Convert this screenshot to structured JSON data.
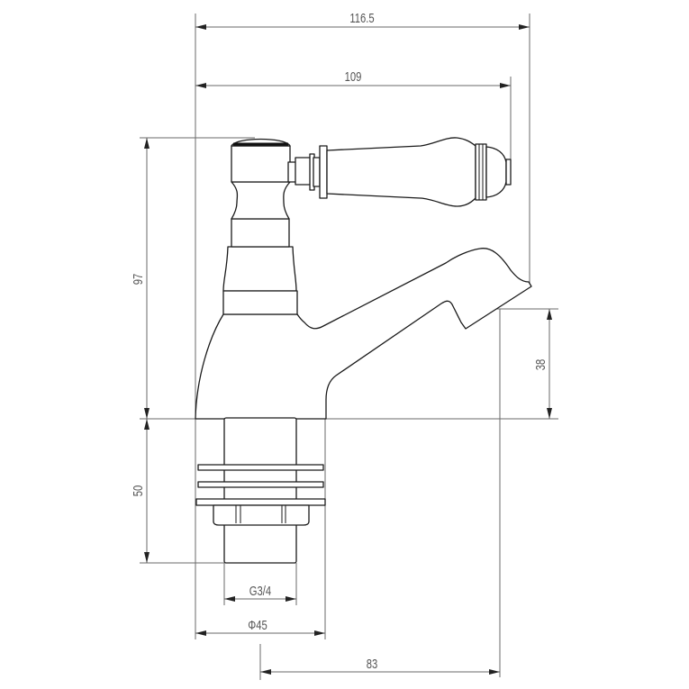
{
  "drawing": {
    "dimensions": {
      "overall_width": "116.5",
      "handle_width": "109",
      "height_above_deck": "97",
      "spout_height": "38",
      "tail_length": "50",
      "thread": "G3/4",
      "base_diameter": "Φ45",
      "spout_reach": "83"
    },
    "line_color": "#1a1a1a",
    "dimension_color": "#6a6a6a"
  }
}
